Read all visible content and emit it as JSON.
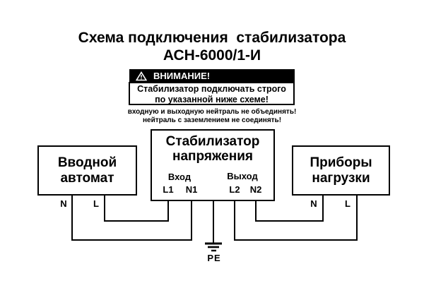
{
  "title": {
    "line1": "Схема подключения  стабилизатора",
    "line2": "АСН-6000/1-И"
  },
  "warning": {
    "header": "ВНИМАНИЕ!",
    "icon": "warning-triangle-icon",
    "body_line1": "Стабилизатор подключать строго",
    "body_line2": "по указанной ниже схеме!"
  },
  "notes": {
    "line1": "входную и выходную нейтраль не объединять!",
    "line2": "нейтраль с заземлением не соединять!"
  },
  "blocks": {
    "input_breaker": {
      "name_line1": "Вводной",
      "name_line2": "автомат",
      "terminals": {
        "n": "N",
        "l": "L"
      }
    },
    "stabilizer": {
      "name_line1": "Стабилизатор",
      "name_line2": "напряжения",
      "input_group": "Вход",
      "output_group": "Выход",
      "terminals": {
        "l1": "L1",
        "n1": "N1",
        "l2": "L2",
        "n2": "N2"
      }
    },
    "load": {
      "name_line1": "Приборы",
      "name_line2": "нагрузки",
      "terminals": {
        "n": "N",
        "l": "L"
      }
    }
  },
  "ground": {
    "label": "PE"
  },
  "colors": {
    "diagram_line": "#000000",
    "background": "#ffffff",
    "warning_header_bg": "#000000",
    "warning_header_text": "#ffffff"
  }
}
